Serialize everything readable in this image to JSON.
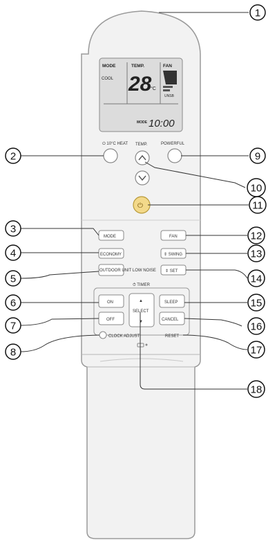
{
  "display": {
    "mode_label": "MODE",
    "temp_label": "TEMP.",
    "fan_label": "FAN",
    "cool_label": "COOL",
    "temp_value": "28",
    "temp_unit": "°C",
    "clock_label": "MODE",
    "clock_value": "10:00",
    "fan_sub_label": "UNSB"
  },
  "buttons": {
    "tenheat": "⏻ 10°C HEAT",
    "temp": "TEMP.",
    "powerful": "POWERFUL",
    "mode": "MODE",
    "fan": "FAN",
    "economy": "ECONOMY",
    "swing": "⇕ SWING",
    "outdoor_low": "OUTDOOR UNIT LOW NOISE",
    "set": "⇕ SET",
    "timer": "⏱ TIMER",
    "on": "ON",
    "sleep": "SLEEP",
    "off": "OFF",
    "cancel": "CANCEL",
    "select": "SELECT",
    "clock_adjust": "CLOCK ADJUST",
    "reset": "RESET"
  },
  "callouts": [
    "1",
    "2",
    "3",
    "4",
    "5",
    "6",
    "7",
    "8",
    "9",
    "10",
    "11",
    "12",
    "13",
    "14",
    "15",
    "16",
    "17",
    "18"
  ]
}
